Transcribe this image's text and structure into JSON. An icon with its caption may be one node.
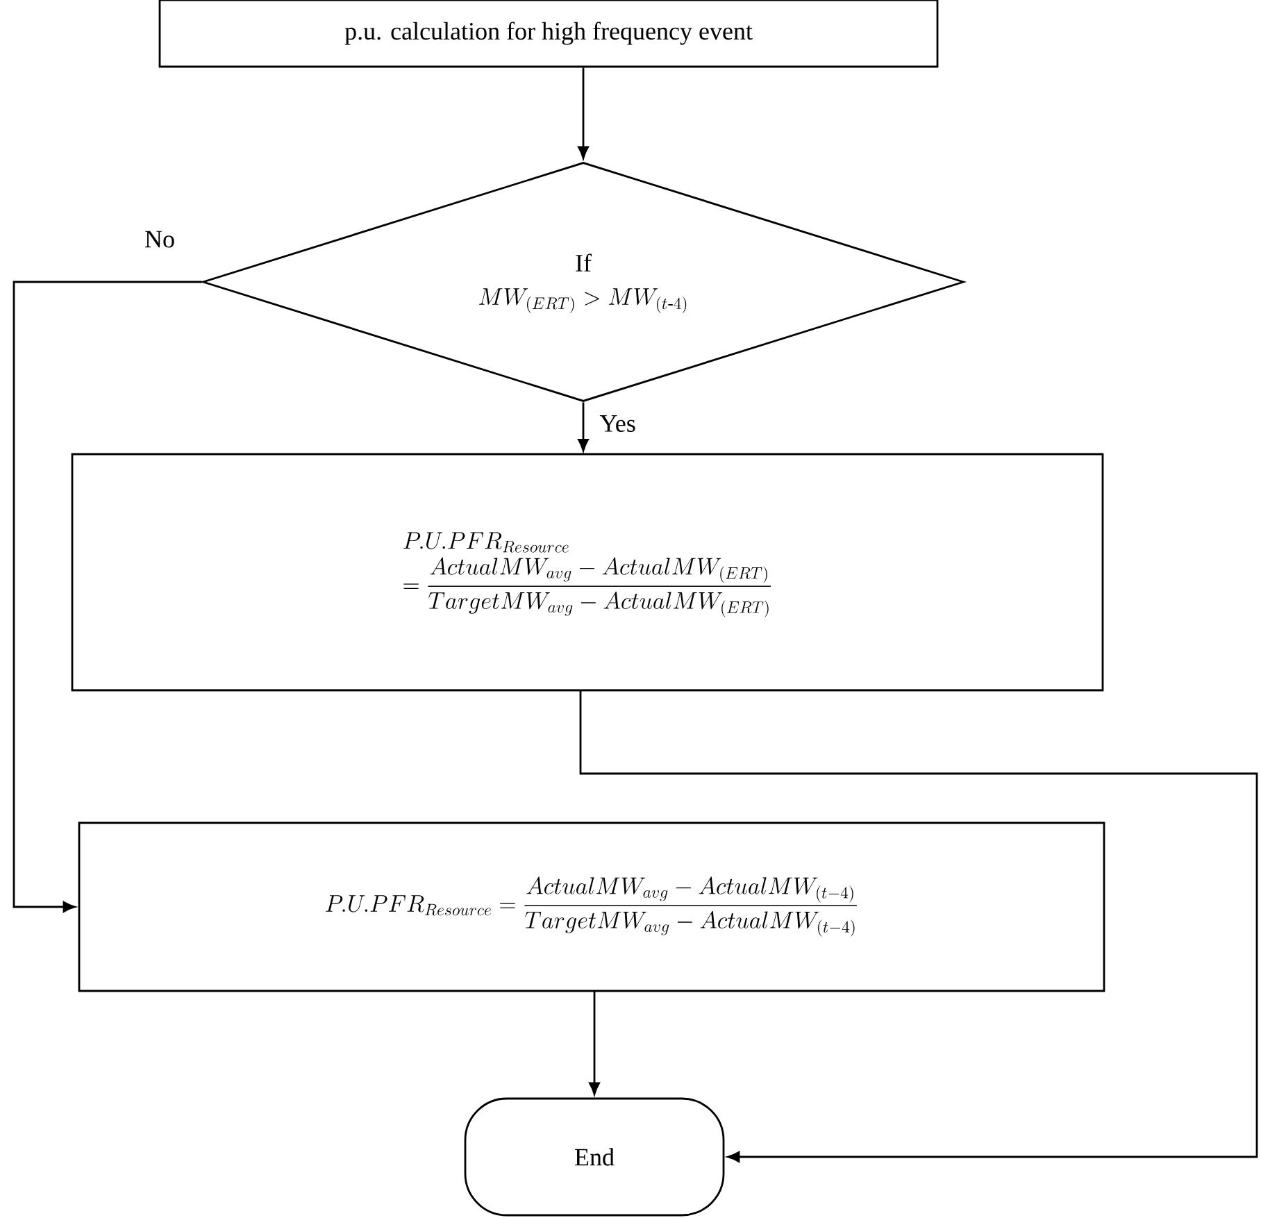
{
  "diagram": {
    "nodes": [
      {
        "text": [
          "p.u. calculation for high frequency event"
        ]
      },
      {
        "text": [
          "If",
          "MW_{(ERT)} > MW_{(t\\text{-}4)}"
        ]
      },
      {
        "text": [
          "\\begin{array}{l} P.U.PFR_{Resource} \\\\ = \\dfrac{ActualMW_{avg} - ActualMW_{(ERT)}}{TargetMW_{avg} - ActualMW_{(ERT)}} \\end{array}"
        ]
      },
      {
        "text": [
          "P.U.PFR_{Resource} = \\dfrac{ActualMW_{avg} - ActualMW_{(t-4)}}{TargetMW_{avg} - ActualMW_{(t-4)}}"
        ]
      },
      {
        "text": [
          "End"
        ]
      }
    ],
    "edges": [
      {
        "from": 0,
        "to": 1,
        "arrow": "to"
      },
      {
        "from": 1,
        "to": 2,
        "arrow": "to",
        "label": "Yes"
      },
      {
        "from": 1,
        "to": 3,
        "arrow": "to",
        "label": "No"
      },
      {
        "from": 2,
        "to": 4,
        "arrow": "to"
      },
      {
        "from": 3,
        "to": 4,
        "arrow": "to"
      }
    ]
  }
}
